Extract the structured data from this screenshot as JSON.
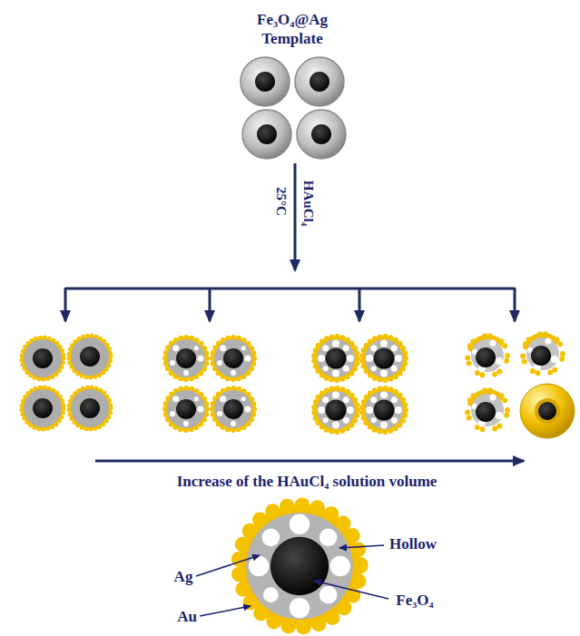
{
  "diagram": {
    "labels": [
      "Fe₃O₄@Ag Template",
      "HAuCl₄",
      "25°C",
      "Increase of the HAuCl₄ solution volume",
      "Hollow",
      "Ag",
      "Au",
      "Fe₃O₄"
    ]
  }
}
